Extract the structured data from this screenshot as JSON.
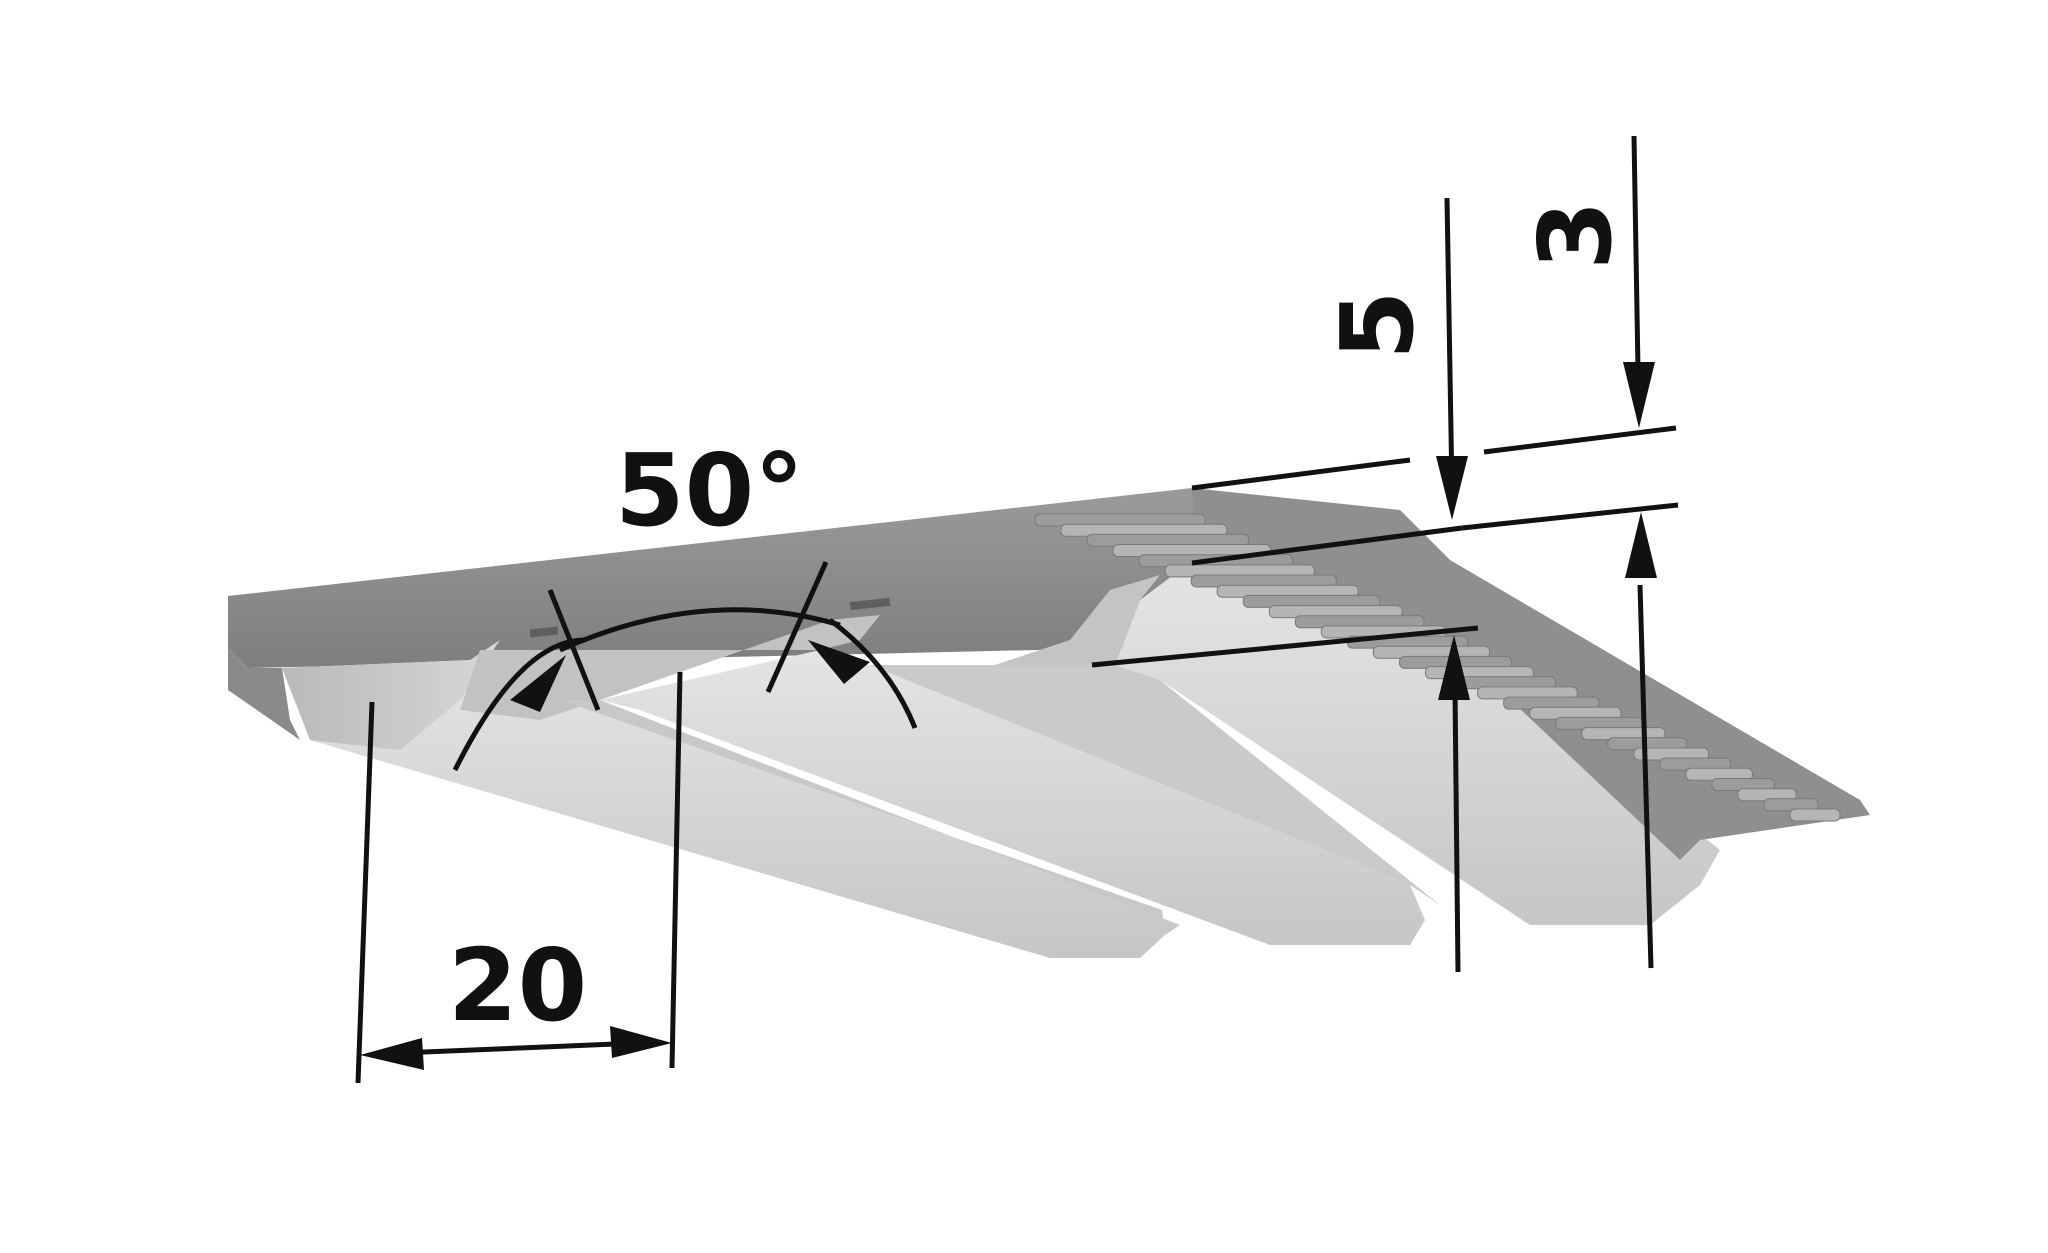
{
  "diagram": {
    "labels": {
      "angle": "50°",
      "pitch": "20",
      "total_height": "5",
      "tooth_height": "3"
    },
    "colors": {
      "belt_top": "#8e8e8e",
      "belt_side": "#a9a9a9",
      "tooth_face": "#d9d9d9",
      "tooth_shadow": "#bdbdbd",
      "cord": "#9a9a9a",
      "dimension": "#111111",
      "background": "#ffffff"
    }
  }
}
